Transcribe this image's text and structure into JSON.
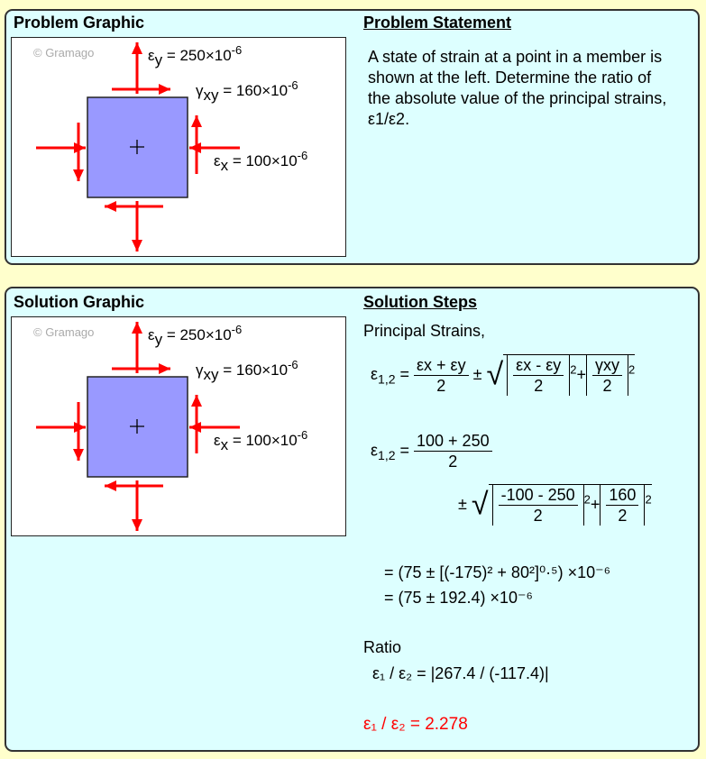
{
  "problem": {
    "graphic_title": "Problem Graphic",
    "statement_title": "Problem Statement",
    "statement": "A state of strain at a point in a member is shown at the left. Determine the ratio of the absolute value of the principal strains, ε1/ε2."
  },
  "diagram": {
    "watermark": "© Gramago",
    "ey_sym": "ε",
    "ey_sub": "y",
    "ey_val": " = 250×10",
    "ey_exp": "-6",
    "gxy_sym": "γ",
    "gxy_sub": "xy",
    "gxy_val": " = 160×10",
    "gxy_exp": "-6",
    "ex_sym": "ε",
    "ex_sub": "x",
    "ex_val": " = 100×10",
    "ex_exp": "-6"
  },
  "solution": {
    "graphic_title": "Solution Graphic",
    "steps_title": "Solution Steps",
    "principal_label": "Principal Strains,",
    "eq1": {
      "lhs": "ε",
      "lhs_sub": "1,2",
      "eq": " = ",
      "num": "εx + εy",
      "den": "2",
      "pm": "±",
      "b1_num": "εx - εy",
      "b1_den": "2",
      "b2_num": "γxy",
      "b2_den": "2",
      "exp": "2",
      "plus": "+"
    },
    "eq2": {
      "num": "100 + 250",
      "den": "2",
      "b1_num": "-100 - 250",
      "b1_den": "2",
      "b2_num": "160",
      "b2_den": "2"
    },
    "line3": "= (75 ± [(-175)² + 80²]⁰·⁵) ×10⁻⁶",
    "line4": "= (75 ± 192.4) ×10⁻⁶",
    "ratio_label": "Ratio",
    "ratio_eq": "ε₁ / ε₂ = |267.4 / (-117.4)|",
    "answer": "ε₁ / ε₂ = 2.278"
  },
  "colors": {
    "arrow": "#ff0000",
    "element": "#9999ff",
    "panel": "#ddffff",
    "background": "#ffffcc"
  }
}
